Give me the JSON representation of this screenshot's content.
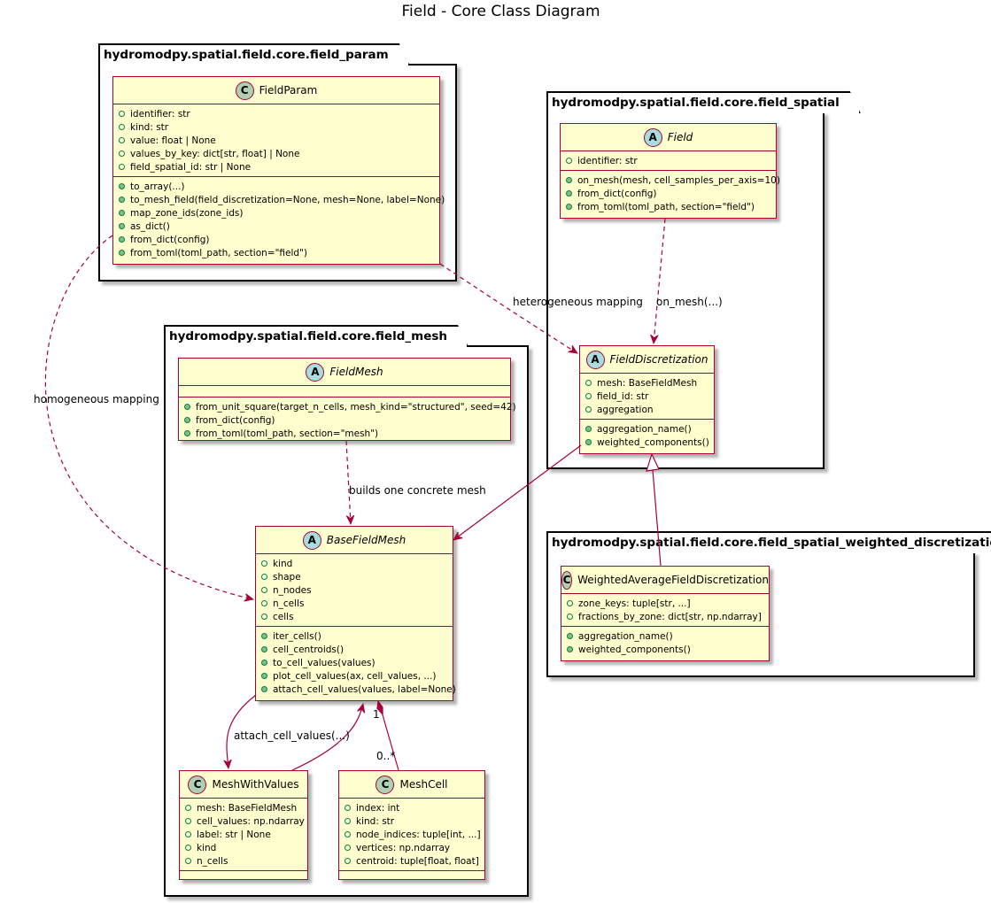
{
  "title": "Field - Core Class Diagram",
  "packages": {
    "field_param": "hydromodpy.spatial.field.core.field_param",
    "field_spatial": "hydromodpy.spatial.field.core.field_spatial",
    "field_mesh": "hydromodpy.spatial.field.core.field_mesh",
    "weighted": "hydromodpy.spatial.field.core.field_spatial_weighted_discretization"
  },
  "classes": {
    "FieldParam": {
      "badge": "C",
      "name": "FieldParam",
      "fields": [
        "identifier: str",
        "kind: str",
        "value: float | None",
        "values_by_key: dict[str, float] | None",
        "field_spatial_id: str | None"
      ],
      "methods": [
        "to_array(...)",
        "to_mesh_field(field_discretization=None, mesh=None, label=None)",
        "map_zone_ids(zone_ids)",
        "as_dict()",
        "from_dict(config)",
        "from_toml(toml_path, section=\"field\")"
      ]
    },
    "Field": {
      "badge": "A",
      "name": "Field",
      "fields": [
        "identifier: str"
      ],
      "methods": [
        "on_mesh(mesh, cell_samples_per_axis=10)",
        "from_dict(config)",
        "from_toml(toml_path, section=\"field\")"
      ]
    },
    "FieldMesh": {
      "badge": "A",
      "name": "FieldMesh",
      "fields": [],
      "methods": [
        "from_unit_square(target_n_cells, mesh_kind=\"structured\", seed=42)",
        "from_dict(config)",
        "from_toml(toml_path, section=\"mesh\")"
      ]
    },
    "FieldDiscretization": {
      "badge": "A",
      "name": "FieldDiscretization",
      "fields": [
        "mesh: BaseFieldMesh",
        "field_id: str",
        "aggregation"
      ],
      "methods": [
        "aggregation_name()",
        "weighted_components()"
      ]
    },
    "BaseFieldMesh": {
      "badge": "A",
      "name": "BaseFieldMesh",
      "fields": [
        "kind",
        "shape",
        "n_nodes",
        "n_cells",
        "cells"
      ],
      "methods": [
        "iter_cells()",
        "cell_centroids()",
        "to_cell_values(values)",
        "plot_cell_values(ax, cell_values, ...)",
        "attach_cell_values(values, label=None)"
      ]
    },
    "WeightedAverageFieldDiscretization": {
      "badge": "C",
      "name": "WeightedAverageFieldDiscretization",
      "fields": [
        "zone_keys: tuple[str, ...]",
        "fractions_by_zone: dict[str, np.ndarray]"
      ],
      "methods": [
        "aggregation_name()",
        "weighted_components()"
      ]
    },
    "MeshWithValues": {
      "badge": "C",
      "name": "MeshWithValues",
      "fields": [
        "mesh: BaseFieldMesh",
        "cell_values: np.ndarray",
        "label: str | None",
        "kind",
        "n_cells"
      ],
      "methods": []
    },
    "MeshCell": {
      "badge": "C",
      "name": "MeshCell",
      "fields": [
        "index: int",
        "kind: str",
        "node_indices: tuple[int, ...]",
        "vertices: np.ndarray",
        "centroid: tuple[float, float]"
      ],
      "methods": []
    }
  },
  "relations": {
    "heterogeneous": "heterogeneous mapping",
    "on_mesh": "on_mesh(...)",
    "homogeneous": "homogeneous mapping",
    "builds": "builds one concrete mesh",
    "attach": "attach_cell_values(...)",
    "mult_one": "1",
    "mult_many": "0..*"
  }
}
